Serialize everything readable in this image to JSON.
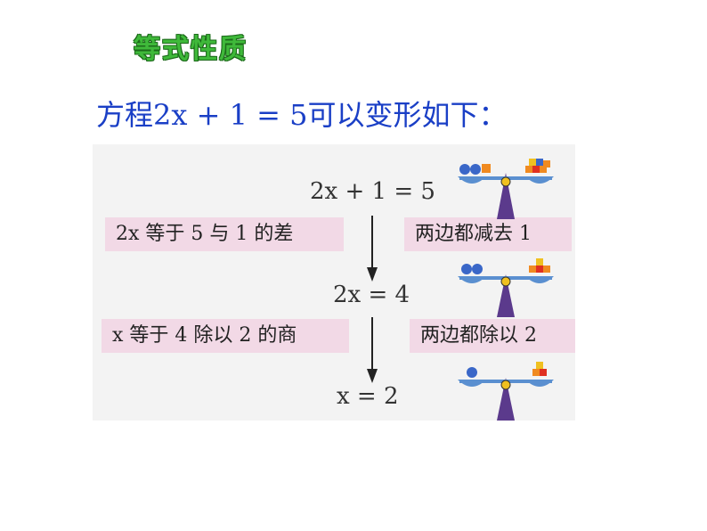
{
  "title": "等式性质",
  "intro": {
    "prefix": "方程",
    "equation": "2x + 1 = 5",
    "suffix": "可以变形如下："
  },
  "steps": [
    {
      "equation": "2x + 1 = 5"
    },
    {
      "equation": "2x = 4"
    },
    {
      "equation": "x = 2"
    }
  ],
  "left_notes": [
    "2x 等于 5 与 1 的差",
    "x 等于 4 除以 2 的商"
  ],
  "right_notes": [
    "两边都减去 1",
    "两边都除以 2"
  ],
  "icons": [
    "balance-scale-icon",
    "down-arrow-icon"
  ],
  "colors": {
    "title_green": "#3fb93a",
    "intro_blue": "#1a3fc6",
    "note_pink": "#f2d9e6",
    "scale_purple": "#5b3a8c",
    "scale_blue": "#5a8fd0"
  }
}
